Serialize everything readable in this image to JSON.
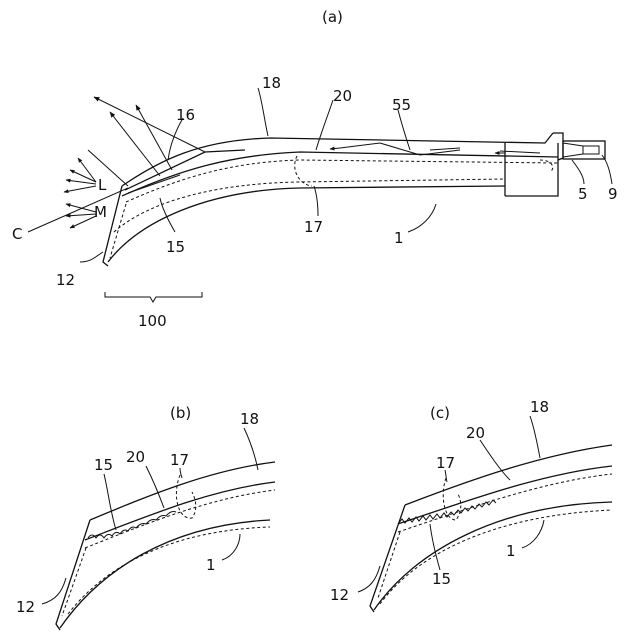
{
  "panels": {
    "a": {
      "title": "(a)",
      "labels": {
        "c": "C",
        "l": "L",
        "m": "M",
        "n12": "12",
        "n15": "15",
        "n16": "16",
        "n18": "18",
        "n20": "20",
        "n55": "55",
        "n17": "17",
        "n1": "1",
        "n5": "5",
        "n9": "9",
        "n100": "100"
      }
    },
    "b": {
      "title": "(b)",
      "labels": {
        "n15": "15",
        "n20": "20",
        "n17": "17",
        "n18": "18",
        "n1": "1",
        "n12": "12"
      }
    },
    "c": {
      "title": "(c)",
      "labels": {
        "n18": "18",
        "n20": "20",
        "n17": "17",
        "n15": "15",
        "n1": "1",
        "n12": "12"
      }
    }
  }
}
